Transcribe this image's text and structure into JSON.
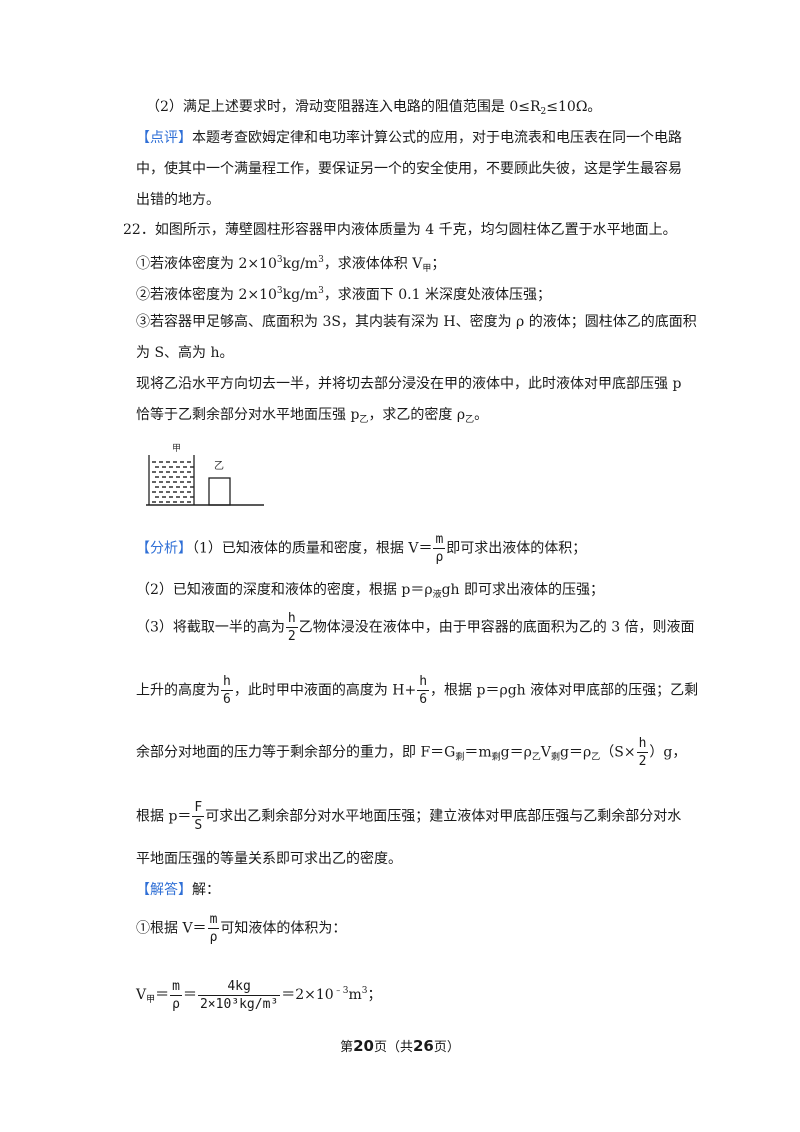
{
  "p1": {
    "line1": "（2）满足上述要求时，滑动变阻器连入电路的阻值范围是 0≤R",
    "line1_sub": "2",
    "line1_end": "≤10Ω。"
  },
  "review": {
    "tag": "【点评】",
    "line1": "本题考查欧姆定律和电功率计算公式的应用，对于电流表和电压表在同一个电路",
    "line2": "中，使其中一个满量程工作，要保证另一个的安全使用，不要顾此失彼，这是学生最容易",
    "line3": "出错的地方。"
  },
  "question": {
    "number": "22．",
    "intro": "如图所示，薄壁圆柱形容器甲内液体质量为 4 千克，均匀圆柱体乙置于水平地面上。",
    "item1_a": "①若液体密度为 2×10",
    "item1_sup": "3",
    "item1_b": "kg/m",
    "item1_sup2": "3",
    "item1_c": "，求液体体积 V",
    "item1_sub": "甲",
    "item1_d": "；",
    "item2_a": "②若液体密度为 2×10",
    "item2_sup": "3",
    "item2_b": "kg/m",
    "item2_sup2": "3",
    "item2_c": "，求液面下 0.1 米深度处液体压强；",
    "item3_line1": "③若容器甲足够高、底面积为 3S，其内装有深为 H、密度为 ρ 的液体；圆柱体乙的底面积",
    "item3_line2": "为 S、高为 h。",
    "item3_line3": "现将乙沿水平方向切去一半，并将切去部分浸没在甲的液体中，此时液体对甲底部压强 p",
    "item3_line4_a": "恰等于乙剩余部分对水平地面压强 p",
    "item3_line4_sub": "乙",
    "item3_line4_b": "，求乙的密度 ρ",
    "item3_line4_sub2": "乙",
    "item3_line4_c": "。",
    "figure_label_jia": "甲",
    "figure_label_yi": "乙"
  },
  "analysis": {
    "tag": "【分析】",
    "l1_a": "（1）已知液体的质量和密度，根据 V＝",
    "l1_num": "m",
    "l1_den": "ρ",
    "l1_b": "即可求出液体的体积；",
    "l2_a": "（2）已知液面的深度和液体的密度，根据 p＝ρ",
    "l2_sub": "液",
    "l2_b": "gh 即可求出液体的压强；",
    "l3_a": "（3）将截取一半的高为",
    "l3_num": "h",
    "l3_den": "2",
    "l3_b": "乙物体浸没在液体中，由于甲容器的底面积为乙的 3 倍，则液面",
    "l4_a": "上升的高度为",
    "l4_num": "h",
    "l4_den": "6",
    "l4_b": "，此时甲中液面的高度为 H+",
    "l4_num2": "h",
    "l4_den2": "6",
    "l4_c": "，根据 p＝ρgh 液体对甲底部的压强；乙剩",
    "l5_a": "余部分对地面的压力等于剩余部分的重力，即 F＝G",
    "l5_sub1": "剩",
    "l5_b": "＝m",
    "l5_sub2": "剩",
    "l5_c": "g＝ρ",
    "l5_sub3": "乙",
    "l5_d": "V",
    "l5_sub4": "剩",
    "l5_e": "g＝ρ",
    "l5_sub5": "乙",
    "l5_f": "（S×",
    "l5_num": "h",
    "l5_den": "2",
    "l5_g": "）g，",
    "l6_a": "根据 p＝",
    "l6_num": "F",
    "l6_den": "S",
    "l6_b": "可求出乙剩余部分对水平地面压强；建立液体对甲底部压强与乙剩余部分对水",
    "l7": "平地面压强的等量关系即可求出乙的密度。"
  },
  "answer": {
    "tag": "【解答】",
    "tag_after": "解：",
    "a1_a": "①根据 V＝",
    "a1_num": "m",
    "a1_den": "ρ",
    "a1_b": "可知液体的体积为：",
    "a2_a": "V",
    "a2_sub": "甲",
    "a2_b": "＝",
    "a2_num": "m",
    "a2_den": "ρ",
    "a2_c": "＝",
    "a2_num2": "4kg",
    "a2_den2": "2×10³kg/m³",
    "a2_d": "＝2×10",
    "a2_sup": "﹣3",
    "a2_e": "m",
    "a2_sup2": "3",
    "a2_f": "；"
  },
  "footer": {
    "pre": "第",
    "page": "20",
    "mid": "页（共",
    "total": "26",
    "post": "页）"
  }
}
